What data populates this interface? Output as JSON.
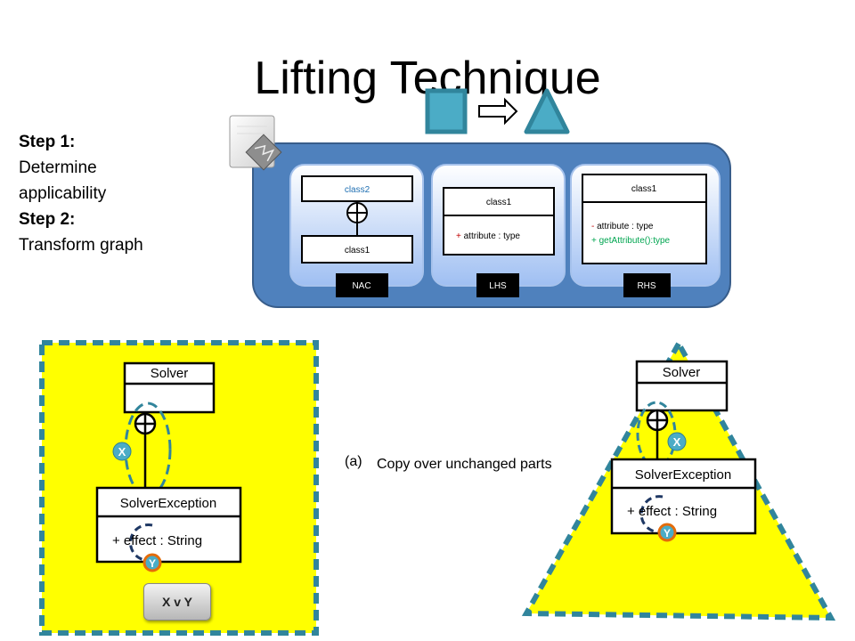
{
  "slide": {
    "title": "Lifting Technique",
    "step1_label": "Step 1:",
    "step1_text_line1": "Determine",
    "step1_text_line2": "applicability",
    "step2_label": "Step 2:",
    "step2_text": "Transform graph"
  },
  "rule": {
    "nac": {
      "tag": "NAC",
      "top_class": "class2",
      "bottom_class": "class1"
    },
    "lhs": {
      "tag": "LHS",
      "class_name": "class1",
      "attr_marker": "+",
      "attr_text": " attribute : type"
    },
    "rhs": {
      "tag": "RHS",
      "class_name": "class1",
      "attr_marker": "-",
      "attr_text": " attribute : type",
      "op_text": "+ getAttribute():type"
    }
  },
  "left_model": {
    "solver": "Solver",
    "exception": "SolverException",
    "attribute": "+ effect : String",
    "x_badge": "X",
    "y_badge": "Y",
    "button": "X v Y"
  },
  "caption": {
    "label": "(a)",
    "text": "Copy over unchanged parts"
  },
  "right_model": {
    "solver": "Solver",
    "exception": "SolverException",
    "attribute": "+ effect : String",
    "x_badge": "X",
    "y_badge": "Y"
  },
  "colors": {
    "panel_blue": "#4f81bd",
    "highlight_yellow": "#ffff00",
    "dash_teal": "#31859c",
    "badge_teal": "#4bacc6",
    "badge_orange": "#e46c0a"
  },
  "icons": [
    "document-icon",
    "square-icon",
    "arrow-right-icon",
    "triangle-icon"
  ]
}
